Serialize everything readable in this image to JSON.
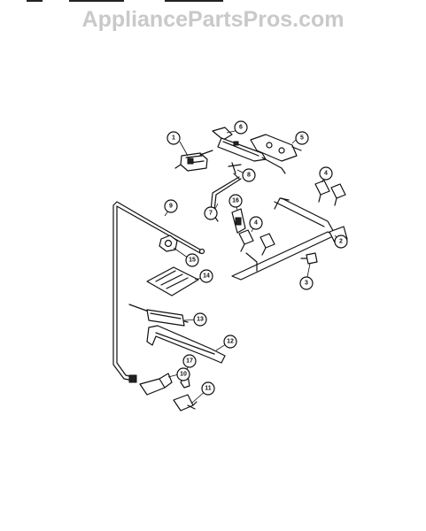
{
  "watermark": "AppliancePartsPros.com",
  "callouts": [
    {
      "num": "1"
    },
    {
      "num": "2"
    },
    {
      "num": "3"
    },
    {
      "num": "4"
    },
    {
      "num": "4"
    },
    {
      "num": "5"
    },
    {
      "num": "6"
    },
    {
      "num": "7"
    },
    {
      "num": "8"
    },
    {
      "num": "9"
    },
    {
      "num": "10"
    },
    {
      "num": "11"
    },
    {
      "num": "12"
    },
    {
      "num": "13"
    },
    {
      "num": "14"
    },
    {
      "num": "15"
    },
    {
      "num": "16"
    },
    {
      "num": "17"
    }
  ]
}
